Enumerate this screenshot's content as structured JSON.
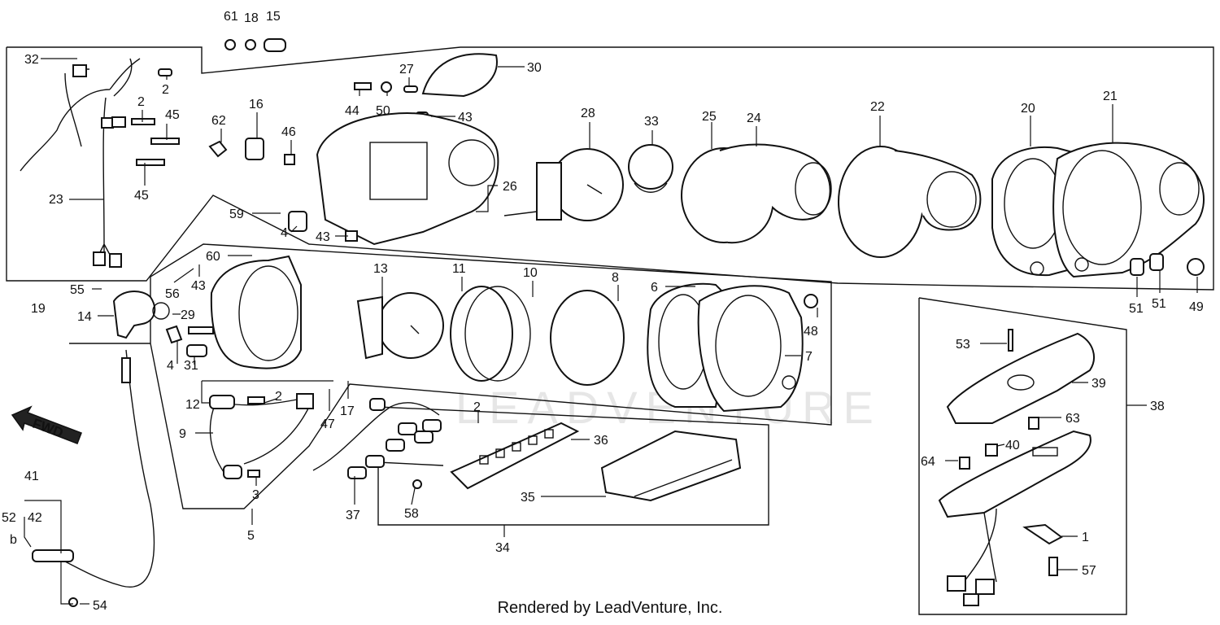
{
  "diagram": {
    "credit": "Rendered by LeadVenture, Inc.",
    "watermark": "LEADVENTURE",
    "direction_label": "FWD",
    "part_labels": [
      "61",
      "18",
      "15",
      "32",
      "2",
      "27",
      "30",
      "2",
      "44",
      "50",
      "43",
      "28",
      "33",
      "25",
      "24",
      "22",
      "20",
      "21",
      "16",
      "62",
      "45",
      "46",
      "23",
      "45",
      "26",
      "59",
      "4",
      "43",
      "19",
      "60",
      "55",
      "56",
      "43",
      "14",
      "29",
      "13",
      "11",
      "10",
      "8",
      "6",
      "48",
      "7",
      "51",
      "51",
      "49",
      "4",
      "31",
      "12",
      "17",
      "47",
      "9",
      "2",
      "2",
      "3",
      "5",
      "36",
      "35",
      "37",
      "58",
      "34",
      "53",
      "39",
      "38",
      "63",
      "40",
      "64",
      "1",
      "57",
      "41",
      "52",
      "42",
      "54"
    ]
  }
}
